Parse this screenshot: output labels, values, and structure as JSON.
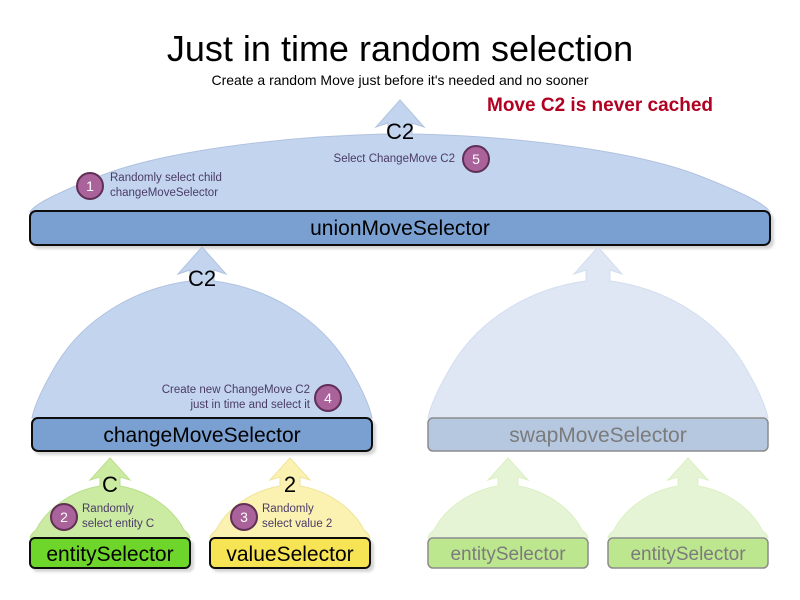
{
  "header": {
    "title": "Just in time random selection",
    "subtitle": "Create a random Move just before it's needed and no sooner",
    "warning": "Move C2 is never cached",
    "warning_color": "#b10021"
  },
  "colors": {
    "bell_blue": "#c3d4ee",
    "bell_blue_faded": "#dfe7f5",
    "box_blue": "#7aa0d2",
    "box_blue_faded": "#b5c8e0",
    "bell_green": "#cbeaa2",
    "bell_green_faded": "#e5f4d4",
    "box_green": "#6ed62a",
    "box_green_faded": "#bde78e",
    "bell_yellow": "#fbf2b2",
    "box_yellow": "#f7e455",
    "badge_purple": "#a9629a",
    "note_text": "#4a3b66",
    "faded_text": "#7b7b7b"
  },
  "nodes": {
    "union_move_selector": {
      "label": "unionMoveSelector",
      "flow_label": "C2"
    },
    "change_move_selector": {
      "label": "changeMoveSelector",
      "flow_label": "C2"
    },
    "swap_move_selector": {
      "label": "swapMoveSelector",
      "flow_label": ""
    },
    "entity_selector": {
      "label": "entitySelector",
      "flow_label": "C"
    },
    "value_selector": {
      "label": "valueSelector",
      "flow_label": "2"
    },
    "swap_entity_selector_left": {
      "label": "entitySelector",
      "flow_label": ""
    },
    "swap_entity_selector_right": {
      "label": "entitySelector",
      "flow_label": ""
    }
  },
  "steps": [
    {
      "number": "1",
      "line1": "Randomly select child",
      "line2": "changeMoveSelector"
    },
    {
      "number": "2",
      "line1": "Randomly",
      "line2": "select entity C"
    },
    {
      "number": "3",
      "line1": "Randomly",
      "line2": "select value 2"
    },
    {
      "number": "4",
      "line1": "Create new ChangeMove C2",
      "line2": "just in time and select it"
    },
    {
      "number": "5",
      "line1": "Select ChangeMove C2",
      "line2": ""
    }
  ]
}
